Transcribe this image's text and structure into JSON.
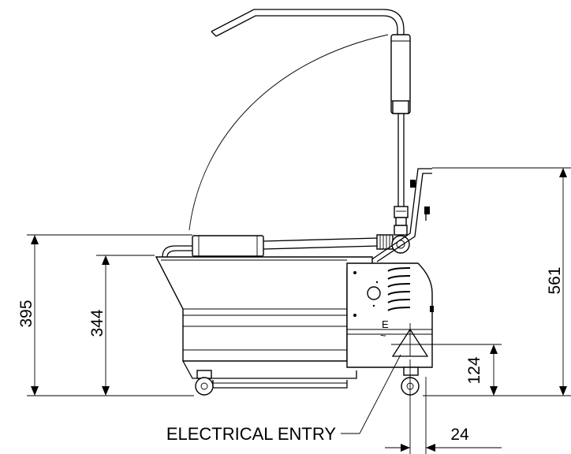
{
  "diagram": {
    "dimensions": {
      "overall_height": "395",
      "body_height": "344",
      "handle_height": "561",
      "entry_height": "124",
      "entry_offset": "24"
    },
    "labels": {
      "electrical_entry": "ELECTRICAL ENTRY",
      "entry_symbol_letter": "E",
      "entry_symbol_ac": "~"
    }
  }
}
